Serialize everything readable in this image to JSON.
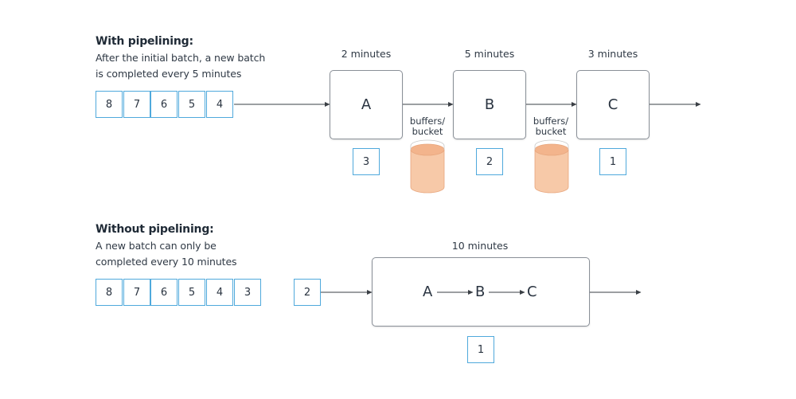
{
  "pipelined": {
    "title": "With pipelining:",
    "desc_line1": "After the initial batch, a new batch",
    "desc_line2": "is completed every 5 minutes",
    "queue": [
      "8",
      "7",
      "6",
      "5",
      "4"
    ],
    "stages": [
      {
        "label": "A",
        "duration": "2 minutes",
        "batch": "3"
      },
      {
        "label": "B",
        "duration": "5 minutes",
        "batch": "2"
      },
      {
        "label": "C",
        "duration": "3 minutes",
        "batch": "1"
      }
    ],
    "buffers": [
      {
        "line1": "buffers/",
        "line2": "bucket"
      },
      {
        "line1": "buffers/",
        "line2": "bucket"
      }
    ]
  },
  "unpipelined": {
    "title": "Without pipelining:",
    "desc_line1": "A new batch can only be",
    "desc_line2": "completed every 10 minutes",
    "queue": [
      "8",
      "7",
      "6",
      "5",
      "4",
      "3"
    ],
    "waiting": "2",
    "duration": "10 minutes",
    "stages": [
      "A",
      "B",
      "C"
    ],
    "batch": "1"
  },
  "colors": {
    "cell_border": "#4fa9dc",
    "bucket_fill": "#f7c9a8",
    "bucket_top": "#f3b48c",
    "arrow": "#3a3f45"
  }
}
